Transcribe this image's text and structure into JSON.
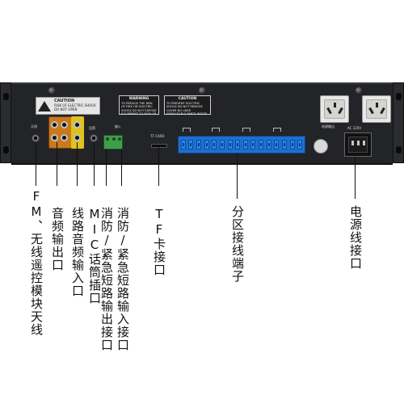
{
  "panel": {
    "left_jack_label": "天线",
    "mic_label": "话筒",
    "input_label": "输入",
    "caution_title": "CAUTION",
    "caution_sub": "RISK OF ELECTRIC SHOCK DO NOT OPEN",
    "warning_title": "WARNING",
    "warning_text": "TO REDUCE THE RISK OF FIRE OR ELECTRIC SHOCK DO NOT EXPOSE EQUIPMENT TO RAIN OR MOISTURE",
    "caution2_title": "CAUTION",
    "caution2_text": "TO PREVENT ELECTRIC SHOCK DO NOT REMOVE COVER NO USER SERVICEABLE PARTS INSIDE",
    "tf_label": "TF CARD",
    "power_rating": "AC 220V",
    "socket_label": "电源输出"
  },
  "callouts": {
    "fm_antenna": "FM、无线遥控模块天线",
    "audio_out": "音频输出口",
    "line_in": "线路音频输入口",
    "mic_in": "MIC话筒插口",
    "emergency_in": "消防/紧急短路输入接口",
    "emergency_out": "消防/紧急短路输出接口",
    "tf_card": "TF卡接口",
    "zone_terminal": "分区接线端子",
    "power_in": "电源线接口"
  },
  "colors": {
    "chassis": "#232427",
    "rca_bg": "#c9781b",
    "rca_yellow": "#e0c21e",
    "terminal_green": "#3f9e4a",
    "terminal_blue": "#1e6fd1"
  }
}
